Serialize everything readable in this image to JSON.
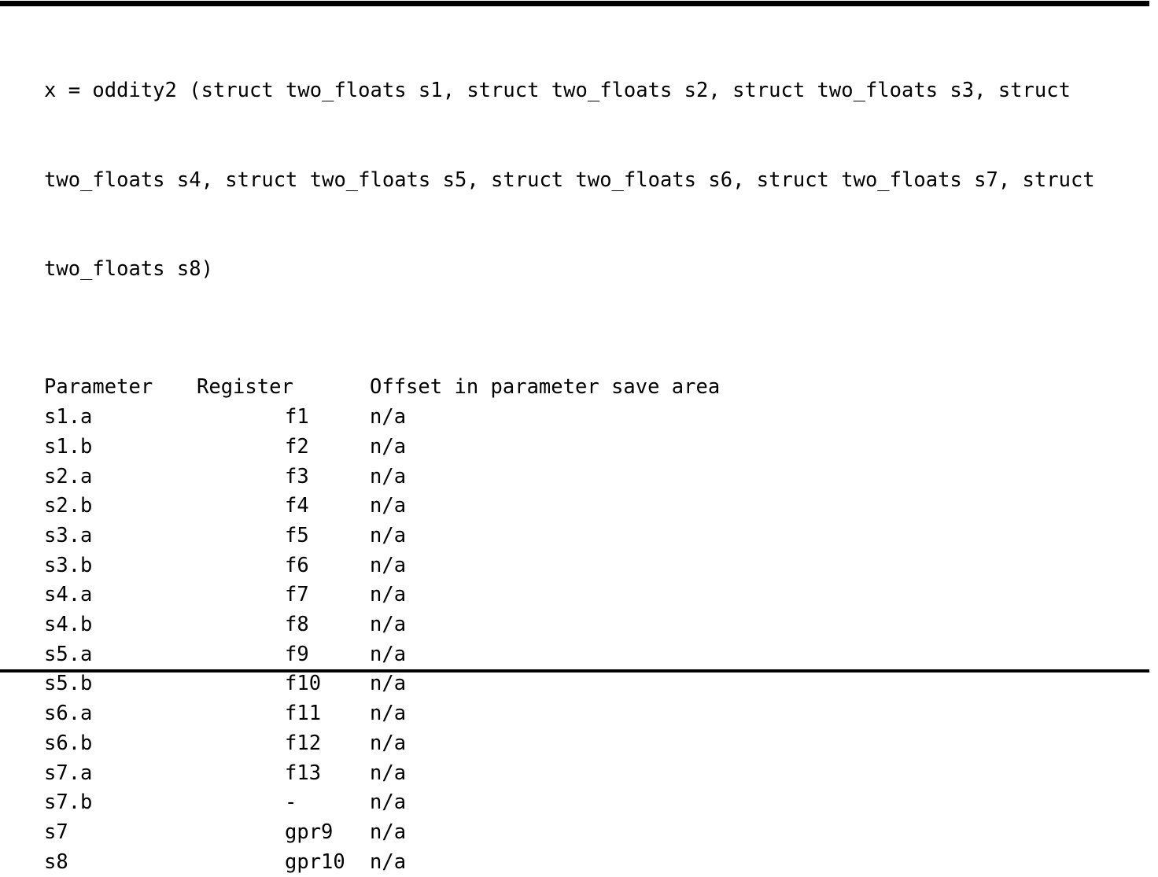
{
  "document": {
    "signature": {
      "full_text": "x = oddity2 (struct two_floats s1, struct two_floats s2, struct two_floats s3, struct two_floats s4, struct two_floats s5, struct two_floats s6, struct two_floats s7, struct two_floats s8)",
      "lines": [
        "x = oddity2 (struct two_floats s1, struct two_floats s2, struct two_floats s3, struct",
        "two_floats s4, struct two_floats s5, struct two_floats s6, struct two_floats s7, struct",
        "two_floats s8)"
      ]
    },
    "table": {
      "headers": {
        "parameter": "Parameter",
        "register": "Register",
        "offset": "Offset in parameter save area"
      },
      "rows": [
        {
          "parameter": "s1.a",
          "register": "f1",
          "offset": "n/a"
        },
        {
          "parameter": "s1.b",
          "register": "f2",
          "offset": "n/a"
        },
        {
          "parameter": "s2.a",
          "register": "f3",
          "offset": "n/a"
        },
        {
          "parameter": "s2.b",
          "register": "f4",
          "offset": "n/a"
        },
        {
          "parameter": "s3.a",
          "register": "f5",
          "offset": "n/a"
        },
        {
          "parameter": "s3.b",
          "register": "f6",
          "offset": "n/a"
        },
        {
          "parameter": "s4.a",
          "register": "f7",
          "offset": "n/a"
        },
        {
          "parameter": "s4.b",
          "register": "f8",
          "offset": "n/a"
        },
        {
          "parameter": "s5.a",
          "register": "f9",
          "offset": "n/a"
        },
        {
          "parameter": "s5.b",
          "register": "f10",
          "offset": "n/a"
        },
        {
          "parameter": "s6.a",
          "register": "f11",
          "offset": "n/a"
        },
        {
          "parameter": "s6.b",
          "register": "f12",
          "offset": "n/a"
        },
        {
          "parameter": "s7.a",
          "register": "f13",
          "offset": "n/a"
        },
        {
          "parameter": "s7.b",
          "register": "-",
          "offset": "n/a"
        },
        {
          "parameter": "s7",
          "register": "gpr9",
          "offset": "n/a"
        },
        {
          "parameter": "s8",
          "register": "gpr10",
          "offset": "n/a"
        }
      ]
    },
    "colors": {
      "text": "#000000",
      "background": "#ffffff",
      "rule": "#000000"
    }
  }
}
